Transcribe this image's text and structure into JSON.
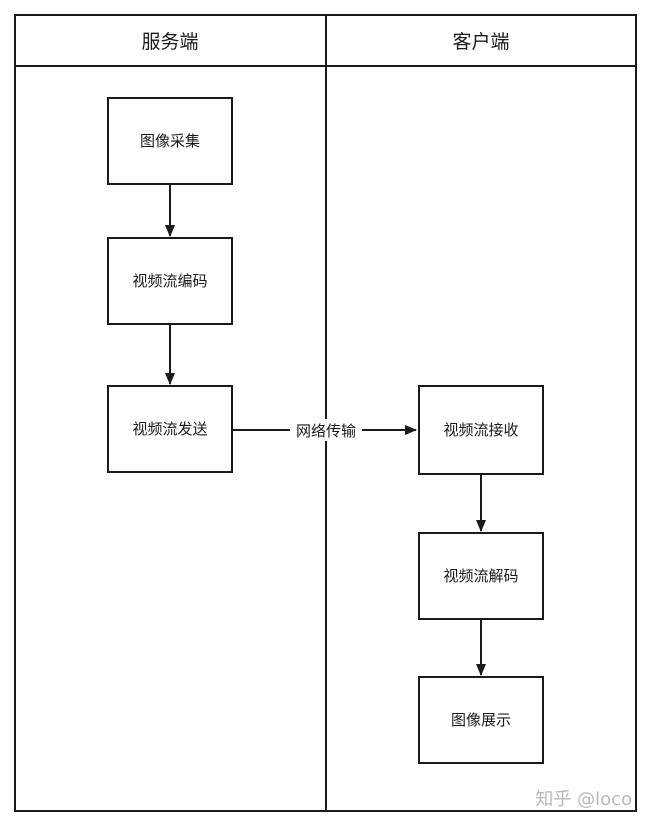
{
  "lanes": [
    {
      "id": "server",
      "title": "服务端"
    },
    {
      "id": "client",
      "title": "客户端"
    }
  ],
  "nodes": [
    {
      "id": "capture",
      "lane": "server",
      "label": "图像采集"
    },
    {
      "id": "encode",
      "lane": "server",
      "label": "视频流编码"
    },
    {
      "id": "send",
      "lane": "server",
      "label": "视频流发送"
    },
    {
      "id": "receive",
      "lane": "client",
      "label": "视频流接收"
    },
    {
      "id": "decode",
      "lane": "client",
      "label": "视频流解码"
    },
    {
      "id": "display",
      "lane": "client",
      "label": "图像展示"
    }
  ],
  "edges": [
    {
      "from": "capture",
      "to": "encode",
      "label": ""
    },
    {
      "from": "encode",
      "to": "send",
      "label": ""
    },
    {
      "from": "send",
      "to": "receive",
      "label": "网络传输"
    },
    {
      "from": "receive",
      "to": "decode",
      "label": ""
    },
    {
      "from": "decode",
      "to": "display",
      "label": ""
    }
  ],
  "watermark": "知乎 @loco"
}
